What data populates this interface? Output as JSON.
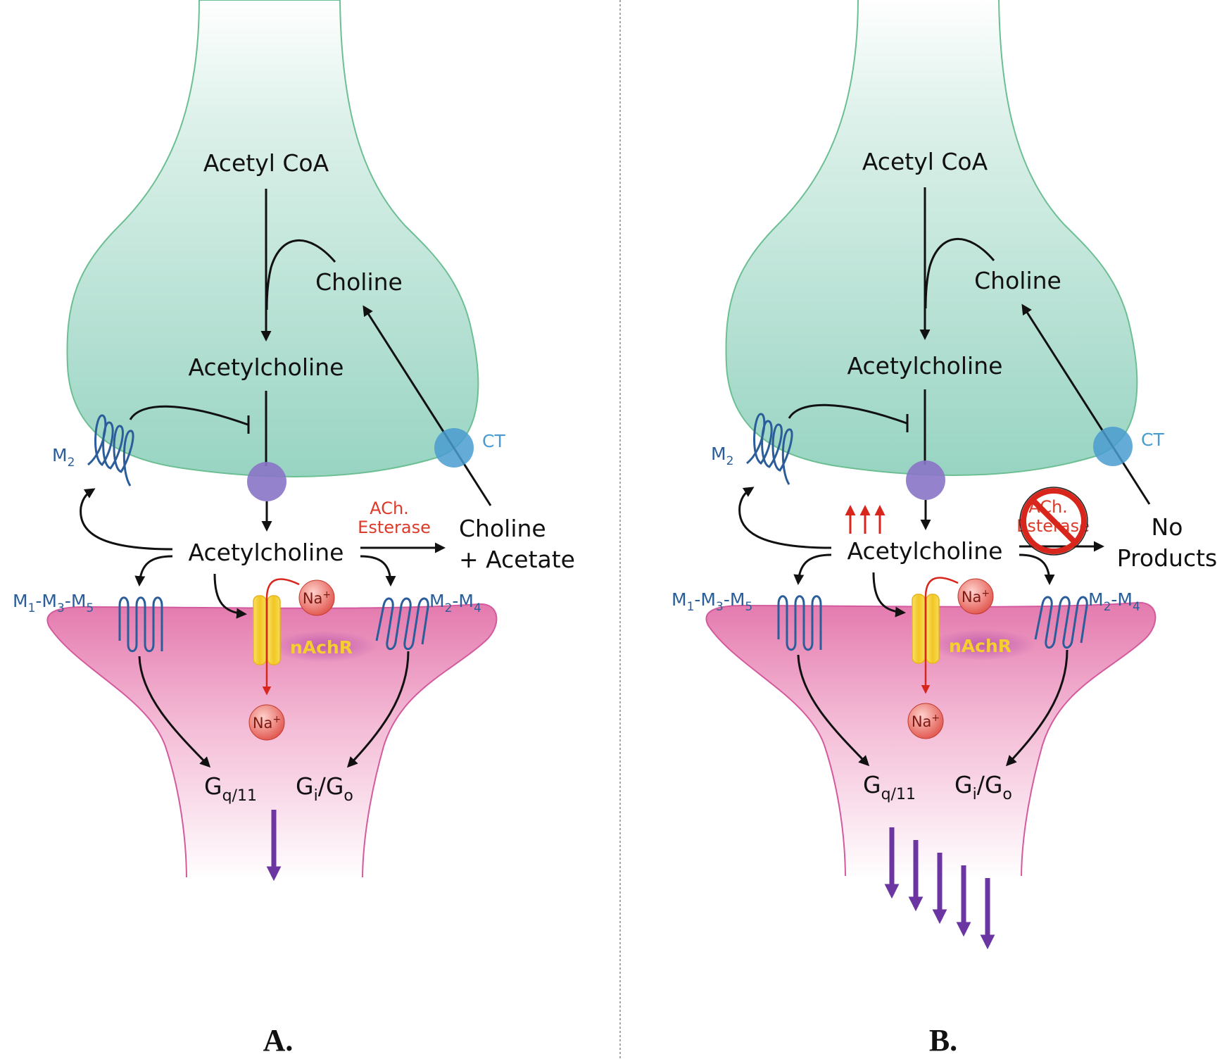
{
  "panels": [
    {
      "id": "A",
      "caption": "A.",
      "labels": {
        "acetyl_coa": "Acetyl CoA",
        "choline": "Choline",
        "acetylcholine_pre": "Acetylcholine",
        "acetylcholine_cleft": "Acetylcholine",
        "m2": "M",
        "m2_sub": "2",
        "ct": "CT",
        "esterase_line1": "ACh.",
        "esterase_line2": "Esterase",
        "products_line1": "Choline",
        "products_line2": "+ Acetate",
        "m135": {
          "a": "M",
          "a_sub": "1",
          "b": "-M",
          "b_sub": "3",
          "c": "-M",
          "c_sub": "5"
        },
        "m24": {
          "a": "M",
          "a_sub": "2",
          "b": "-M",
          "b_sub": "4"
        },
        "na_top": "Na",
        "na_bottom": "Na",
        "na_sup": "+",
        "nachr": "nAchR",
        "gq": "G",
        "gq_sub": "q/11",
        "gi": {
          "a": "G",
          "a_sub": "i",
          "b": "/G",
          "b_sub": "o"
        }
      },
      "inhibited_esterase": false,
      "upregulated_ach": false,
      "downstream_arrow_count": 1
    },
    {
      "id": "B",
      "caption": "B.",
      "labels": {
        "acetyl_coa": "Acetyl CoA",
        "choline": "Choline",
        "acetylcholine_pre": "Acetylcholine",
        "acetylcholine_cleft": "Acetylcholine",
        "m2": "M",
        "m2_sub": "2",
        "ct": "CT",
        "esterase_line1": "ACh.",
        "esterase_line2": "Esterase",
        "products_line1": "No",
        "products_line2": "Products",
        "m135": {
          "a": "M",
          "a_sub": "1",
          "b": "-M",
          "b_sub": "3",
          "c": "-M",
          "c_sub": "5"
        },
        "m24": {
          "a": "M",
          "a_sub": "2",
          "b": "-M",
          "b_sub": "4"
        },
        "na_top": "Na",
        "na_bottom": "Na",
        "na_sup": "+",
        "nachr": "nAchR",
        "gq": "G",
        "gq_sub": "q/11",
        "gi": {
          "a": "G",
          "a_sub": "i",
          "b": "/G",
          "b_sub": "o"
        }
      },
      "inhibited_esterase": true,
      "upregulated_ach": true,
      "downstream_arrow_count": 5
    }
  ],
  "colors": {
    "presynaptic_top": "#eef7f3",
    "presynaptic_bottom": "#9dd6c6",
    "presynaptic_stroke": "#6cbf93",
    "postsynaptic_top": "#e87ab0",
    "postsynaptic_bottom": "#fff6fa",
    "postsynaptic_stroke": "#d45a9e",
    "receptor": "#2a5d9a",
    "vesicle": "#8a74c6",
    "transporter": "#4a9cd0",
    "ion": "#e0524a",
    "channel": "#f4cf2f",
    "esterase_text": "#dd3a2a",
    "downstream_arrow": "#6b35a2",
    "inhibit_sign": "#d8261c",
    "divider": "#888888"
  }
}
